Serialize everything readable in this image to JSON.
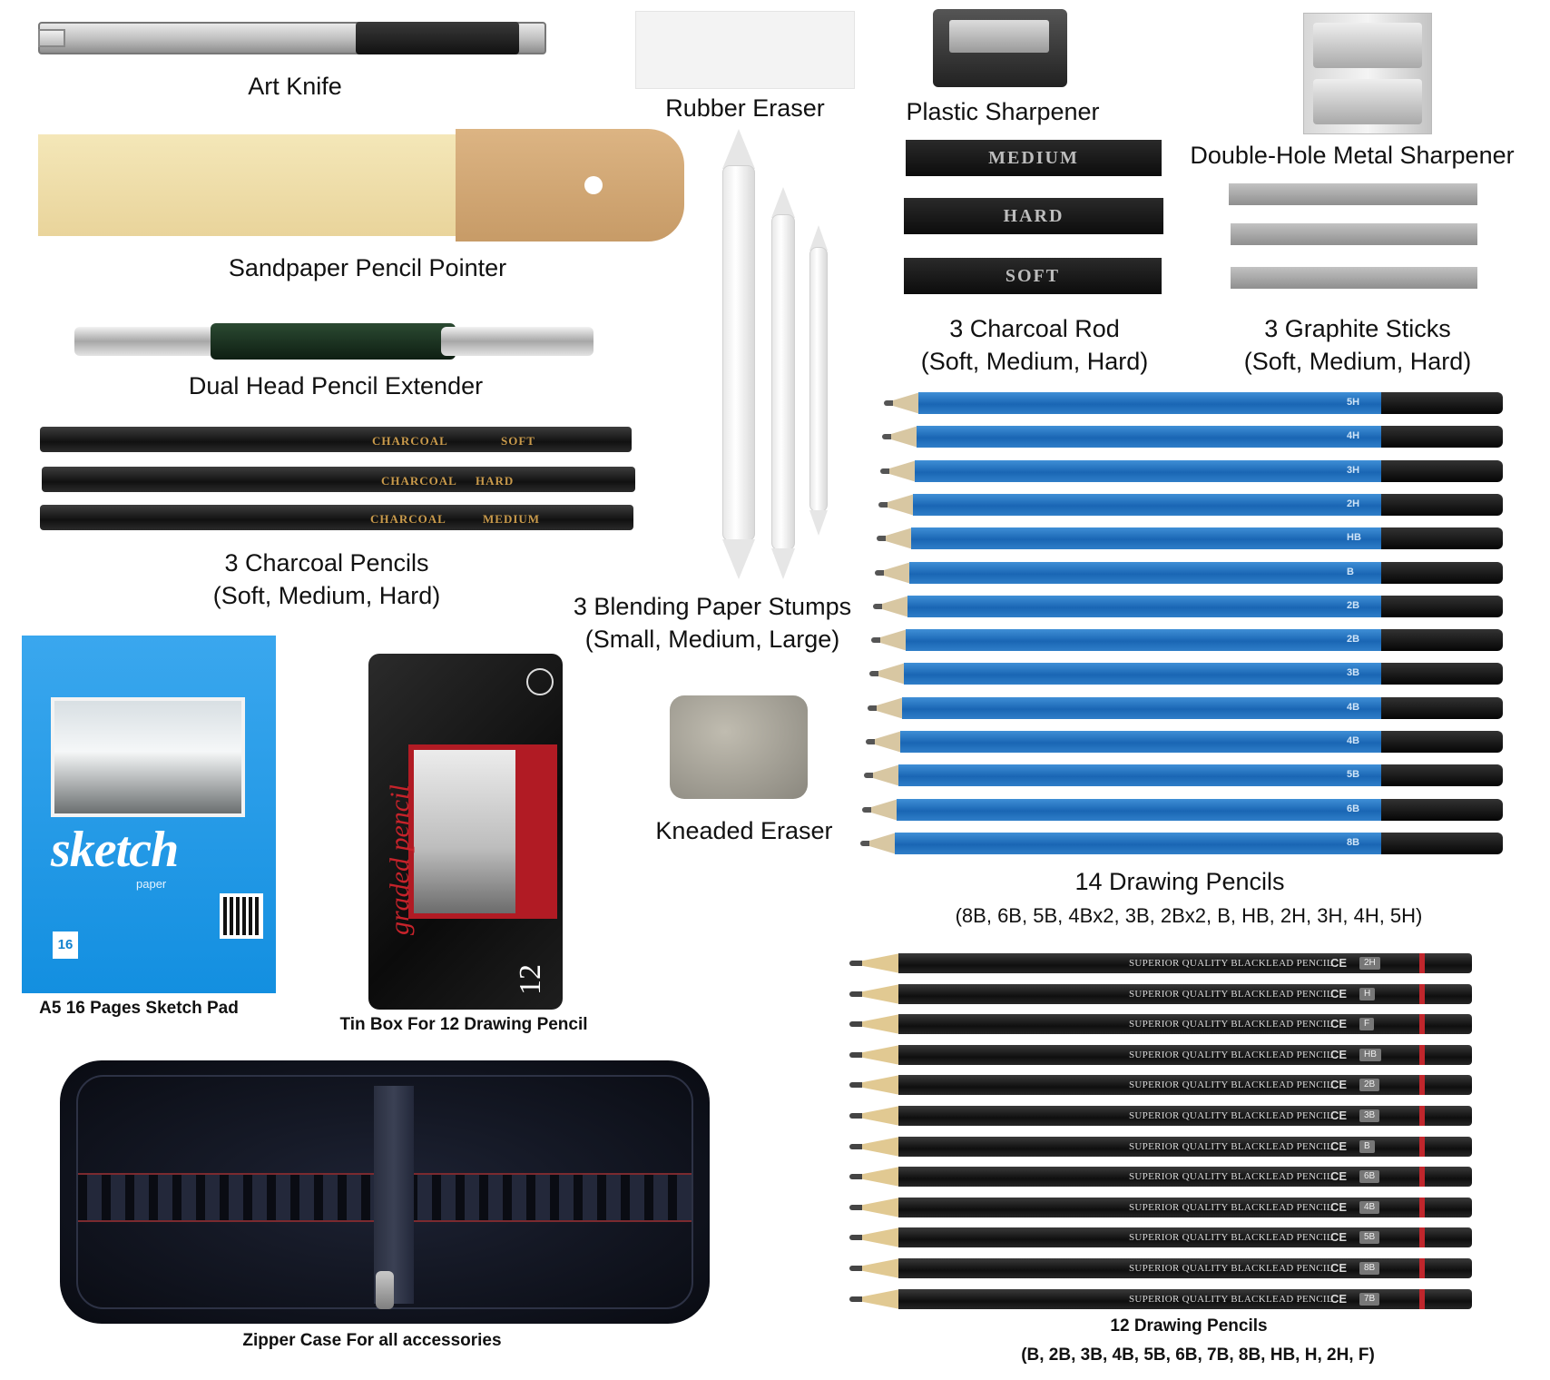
{
  "labels": {
    "art_knife": "Art Knife",
    "rubber_eraser": "Rubber Eraser",
    "plastic_sharpener": "Plastic Sharpener",
    "metal_sharpener": "Double-Hole Metal Sharpener",
    "sandpaper": "Sandpaper Pencil Pointer",
    "extender": "Dual Head Pencil Extender",
    "charcoal_pencils_title": "3 Charcoal Pencils",
    "charcoal_pencils_sub": "(Soft, Medium, Hard)",
    "stumps_title": "3 Blending Paper Stumps",
    "stumps_sub": "(Small, Medium, Large)",
    "charcoal_rod_title": "3 Charcoal Rod",
    "charcoal_rod_sub": "(Soft, Medium, Hard)",
    "graphite_title": "3 Graphite Sticks",
    "graphite_sub": "(Soft, Medium, Hard)",
    "kneaded_eraser": "Kneaded Eraser",
    "drawing14_title": "14 Drawing Pencils",
    "drawing14_sub": "(8B, 6B, 5B, 4Bx2, 3B, 2Bx2, B, HB, 2H, 3H, 4H, 5H)",
    "sketch_pad": "A5 16 Pages Sketch Pad",
    "tin_box": "Tin Box For 12 Drawing Pencil",
    "zipper_case": "Zipper Case For all accessories",
    "drawing12_title": "12 Drawing Pencils",
    "drawing12_sub": "(B, 2B, 3B, 4B, 5B, 6B, 7B, 8B, HB, H, 2H, F)"
  },
  "charcoal_pencils": [
    {
      "brand": "CHARCOAL",
      "grade": "SOFT"
    },
    {
      "brand": "CHARCOAL",
      "grade": "HARD"
    },
    {
      "brand": "CHARCOAL",
      "grade": "MEDIUM"
    }
  ],
  "charcoal_rods": [
    "MEDIUM",
    "HARD",
    "SOFT"
  ],
  "blue_pencil_grades": [
    "5H",
    "4H",
    "3H",
    "2H",
    "HB",
    "B",
    "2B",
    "2B",
    "3B",
    "4B",
    "4B",
    "5B",
    "6B",
    "8B"
  ],
  "black_pencil_text": "SUPERIOR QUALITY BLACKLEAD PENCIL",
  "black_pencil_mark": "CE",
  "black_pencil_grades": [
    "2H",
    "H",
    "F",
    "HB",
    "2B",
    "3B",
    "B",
    "6B",
    "4B",
    "5B",
    "8B",
    "7B"
  ],
  "sketch_pad": {
    "title": "sketch",
    "subtitle": "paper",
    "count": "16"
  },
  "tin_box": {
    "script": "graded pencil",
    "number": "12"
  },
  "colors": {
    "pencil_blue": "#1a66b4",
    "pencil_black": "#0f0f0f",
    "pad_blue": "#138fe0",
    "tin_red": "#b11b24",
    "case_navy": "#0f121c"
  }
}
